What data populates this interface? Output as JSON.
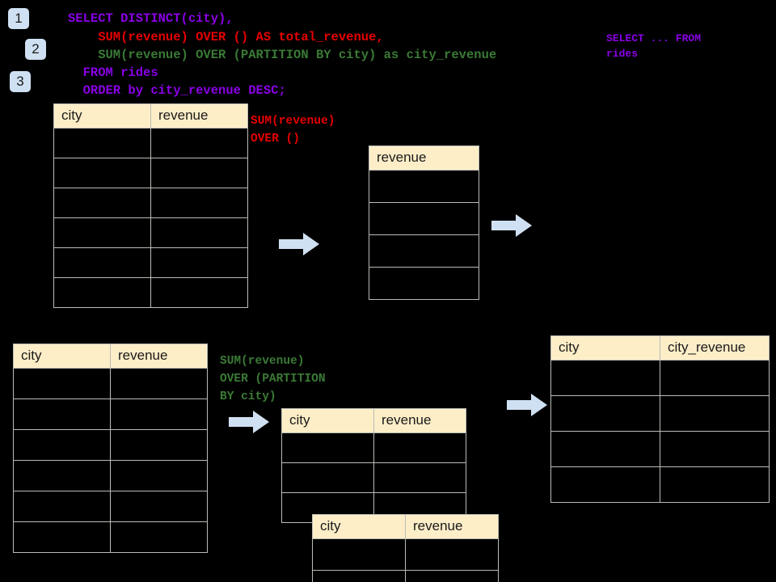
{
  "diagram": {
    "title": "SQL window function execution diagram",
    "background_color": "#000000",
    "header_fill": "#fdeec8",
    "arrow_color": "#cfe0f2",
    "badge_color": "#cfe0f2"
  },
  "steps": [
    {
      "number": "1"
    },
    {
      "number": "2"
    },
    {
      "number": "3"
    }
  ],
  "query": {
    "lines": [
      {
        "text": "SELECT DISTINCT(city),",
        "color": "purple"
      },
      {
        "text": "    SUM(revenue) OVER () AS total_revenue,",
        "color": "red"
      },
      {
        "text": "    SUM(revenue) OVER (PARTITION BY city) as city_revenue",
        "color": "green"
      },
      {
        "text": "  FROM rides",
        "color": "purple"
      },
      {
        "text": "  ORDER by city_revenue DESC;",
        "color": "purple"
      }
    ]
  },
  "annotations": {
    "source_scan": "SELECT ... FROM\nrides",
    "over_empty": "SUM(revenue)\nOVER ()",
    "over_partition": "SUM(revenue)\nOVER (PARTITION\nBY city)"
  },
  "tables": {
    "source_top": {
      "name": "rides-source-top",
      "columns": [
        "city",
        "revenue"
      ],
      "row_count": 6
    },
    "total_revenue": {
      "name": "total-revenue-result",
      "columns": [
        "revenue"
      ],
      "row_count": 4
    },
    "source_bottom": {
      "name": "rides-source-bottom",
      "columns": [
        "city",
        "revenue"
      ],
      "row_count": 6
    },
    "partition_a": {
      "name": "partition-group-a",
      "columns": [
        "city",
        "revenue"
      ],
      "row_count": 3
    },
    "partition_b": {
      "name": "partition-group-b",
      "columns": [
        "city",
        "revenue"
      ],
      "row_count": 2
    },
    "final_result": {
      "name": "final-result",
      "columns": [
        "city",
        "city_revenue"
      ],
      "row_count": 4
    }
  },
  "arrows": [
    {
      "name": "arrow-source-to-total"
    },
    {
      "name": "arrow-total-to-final"
    },
    {
      "name": "arrow-source-to-partition"
    },
    {
      "name": "arrow-partition-to-final"
    }
  ]
}
